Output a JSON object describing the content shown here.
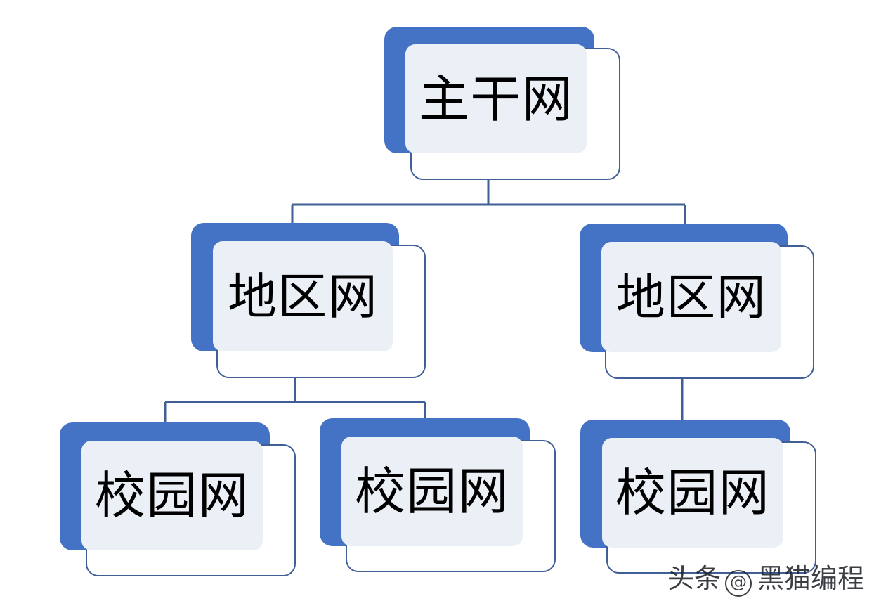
{
  "diagram": {
    "type": "hierarchy-org-chart",
    "background_color": "#FFFFFF",
    "accent_color": "#4472C4",
    "outline_color": "#3F5F96",
    "fill_color": "#EBEFF6",
    "text_color": "#000000",
    "connector_color": "#3F5F96",
    "levels": 3,
    "nodes": [
      {
        "id": "root",
        "label": "主干网",
        "level": 1,
        "parent": null
      },
      {
        "id": "mid-1",
        "label": "地区网",
        "level": 2,
        "parent": "root"
      },
      {
        "id": "mid-2",
        "label": "地区网",
        "level": 2,
        "parent": "root"
      },
      {
        "id": "leaf-1",
        "label": "校园网",
        "level": 3,
        "parent": "mid-1"
      },
      {
        "id": "leaf-2",
        "label": "校园网",
        "level": 3,
        "parent": "mid-1"
      },
      {
        "id": "leaf-3",
        "label": "校园网",
        "level": 3,
        "parent": "mid-2"
      }
    ]
  },
  "watermark": {
    "source": "头条",
    "at_symbol": "@",
    "author": "黑猫编程"
  }
}
